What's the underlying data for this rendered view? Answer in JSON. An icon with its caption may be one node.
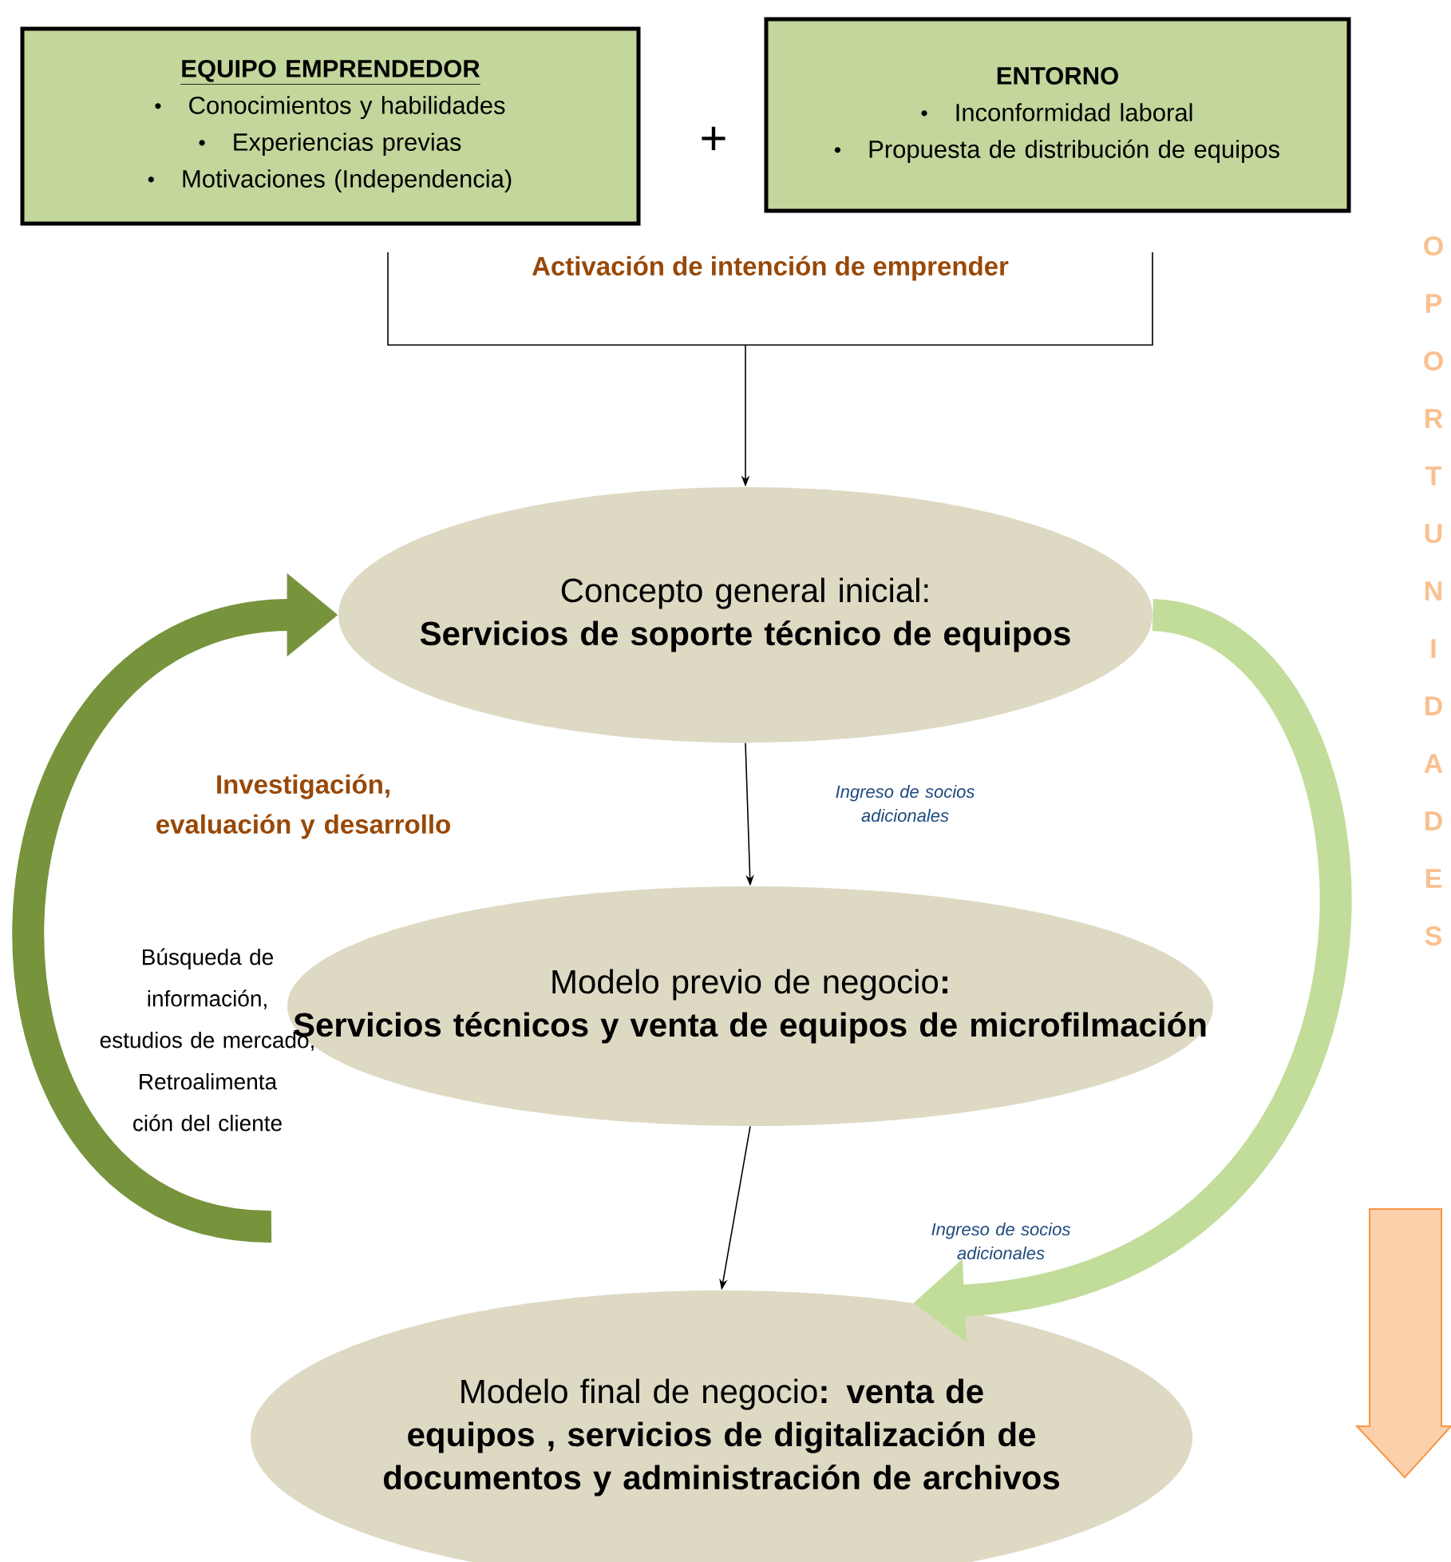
{
  "diagram": {
    "nodes": [
      {
        "text": [
          "EQUIPO EMPRENDEDOR",
          "Conocimientos  y habilidades",
          "Experiencias previas",
          "Motivaciones  (Independencia)"
        ]
      },
      {
        "text": [
          "ENTORNO",
          "Inconformidad laboral",
          "Propuesta de distribución de equipos"
        ]
      },
      {
        "text": [
          "Activación de intención de emprender"
        ]
      },
      {
        "text": [
          "Concepto general  inicial:",
          "Servicios de soporte técnico de equipos"
        ]
      },
      {
        "text": [
          "Modelo previo de negocio**:**",
          "Servicios técnicos y venta de equipos de microfilmación"
        ]
      },
      {
        "text": [
          "Modelo final de negocio**: venta de equipos , servicios de digitalización de documentos y administración de archivos**"
        ]
      }
    ],
    "edges": [
      {
        "from": 2,
        "to": 3,
        "arrow": "to"
      },
      {
        "from": 3,
        "to": 4,
        "arrow": "to",
        "label": "Ingreso de  socios adicionales"
      },
      {
        "from": 4,
        "to": 5,
        "arrow": "to"
      },
      {
        "from": null,
        "to": 3,
        "arrow": "to",
        "style": "thick",
        "color": "#77933c"
      },
      {
        "from": 3,
        "to": 5,
        "arrow": "to",
        "label": "Ingreso de  socios adicionales",
        "style": "thick",
        "color": "#c2dc9a"
      }
    ],
    "labels": [
      "+",
      "OPORTUNIDADES",
      "Investigación, evaluación y desarrollo",
      "Búsqueda de información, estudios de mercado, Retroalimenta ción del cliente"
    ]
  }
}
